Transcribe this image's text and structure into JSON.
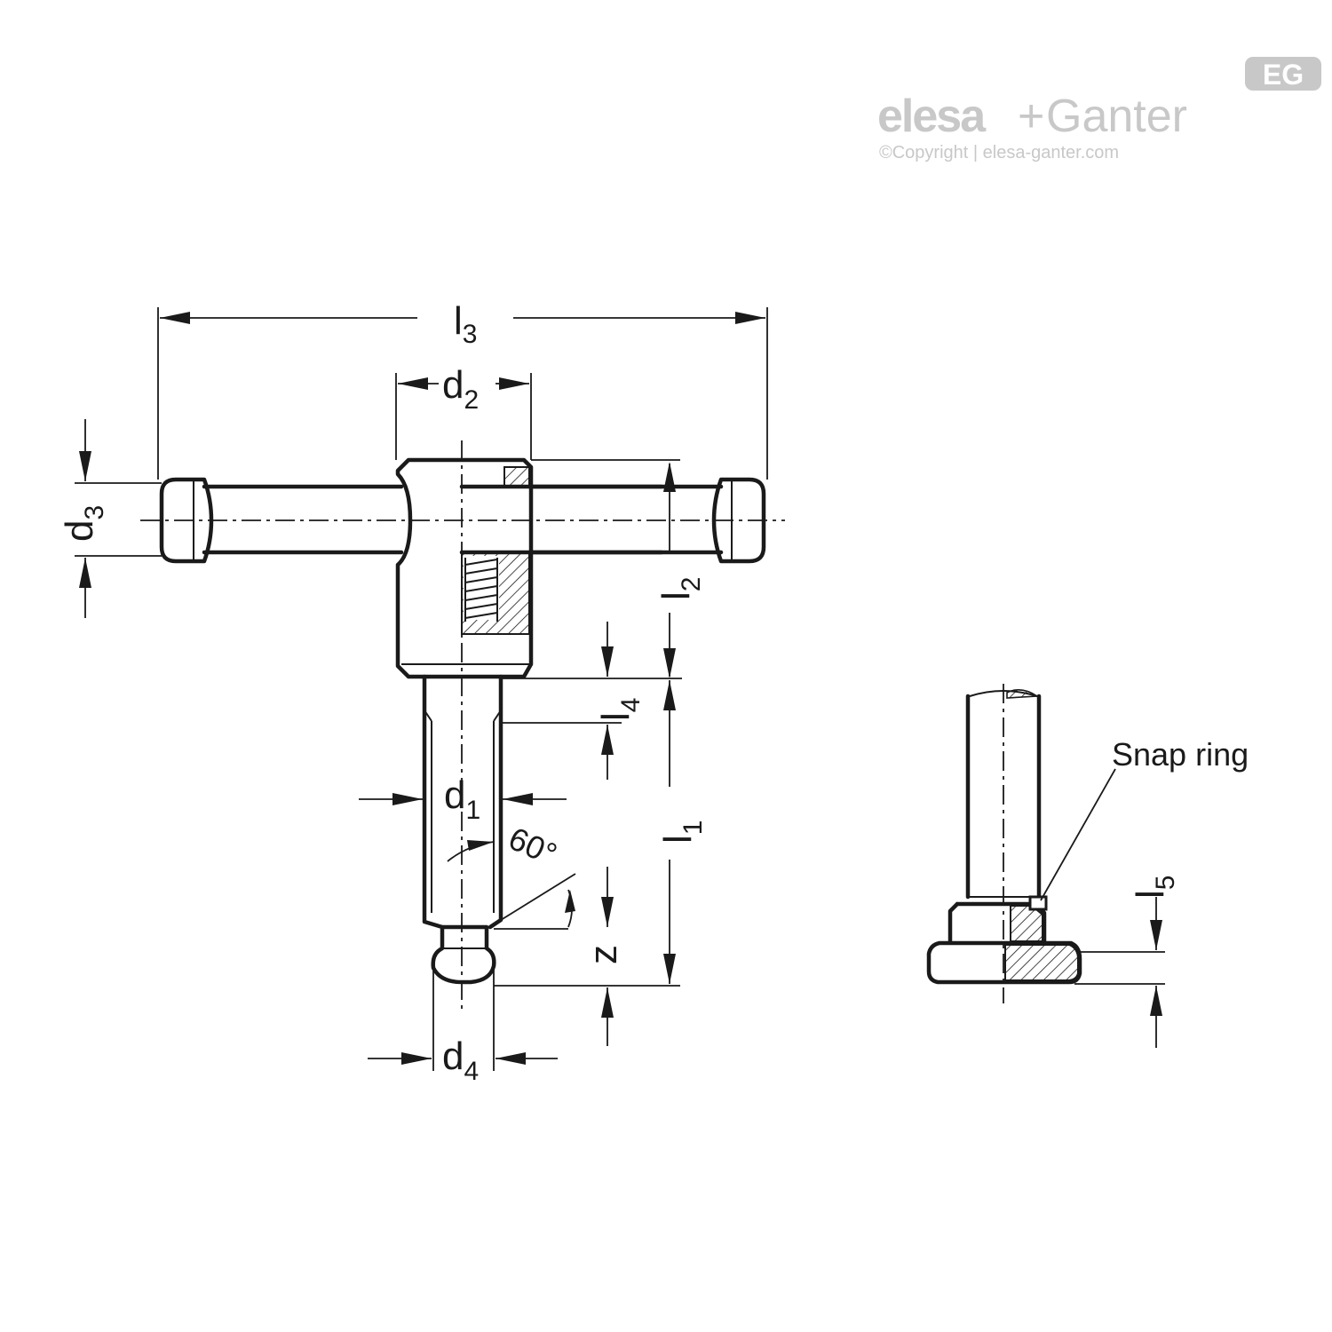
{
  "logo": {
    "badge": "EG",
    "brand_left": "elesa",
    "brand_plus": "+",
    "brand_right": "Ganter",
    "copyright": "©Copyright | elesa-ganter.com",
    "color": "#c8c8c8"
  },
  "dimensions": {
    "l3": {
      "main": "l",
      "sub": "3"
    },
    "d2": {
      "main": "d",
      "sub": "2"
    },
    "d3": {
      "main": "d",
      "sub": "3"
    },
    "l2": {
      "main": "l",
      "sub": "2"
    },
    "l4": {
      "main": "l",
      "sub": "4"
    },
    "d1": {
      "main": "d",
      "sub": "1"
    },
    "l1": {
      "main": "l",
      "sub": "1"
    },
    "angle": "60°",
    "z": "z",
    "d4": {
      "main": "d",
      "sub": "4"
    },
    "l5": {
      "main": "l",
      "sub": "5"
    }
  },
  "callouts": {
    "snap_ring": "Snap ring"
  },
  "colors": {
    "line": "#1a1a1a",
    "background": "#ffffff"
  }
}
